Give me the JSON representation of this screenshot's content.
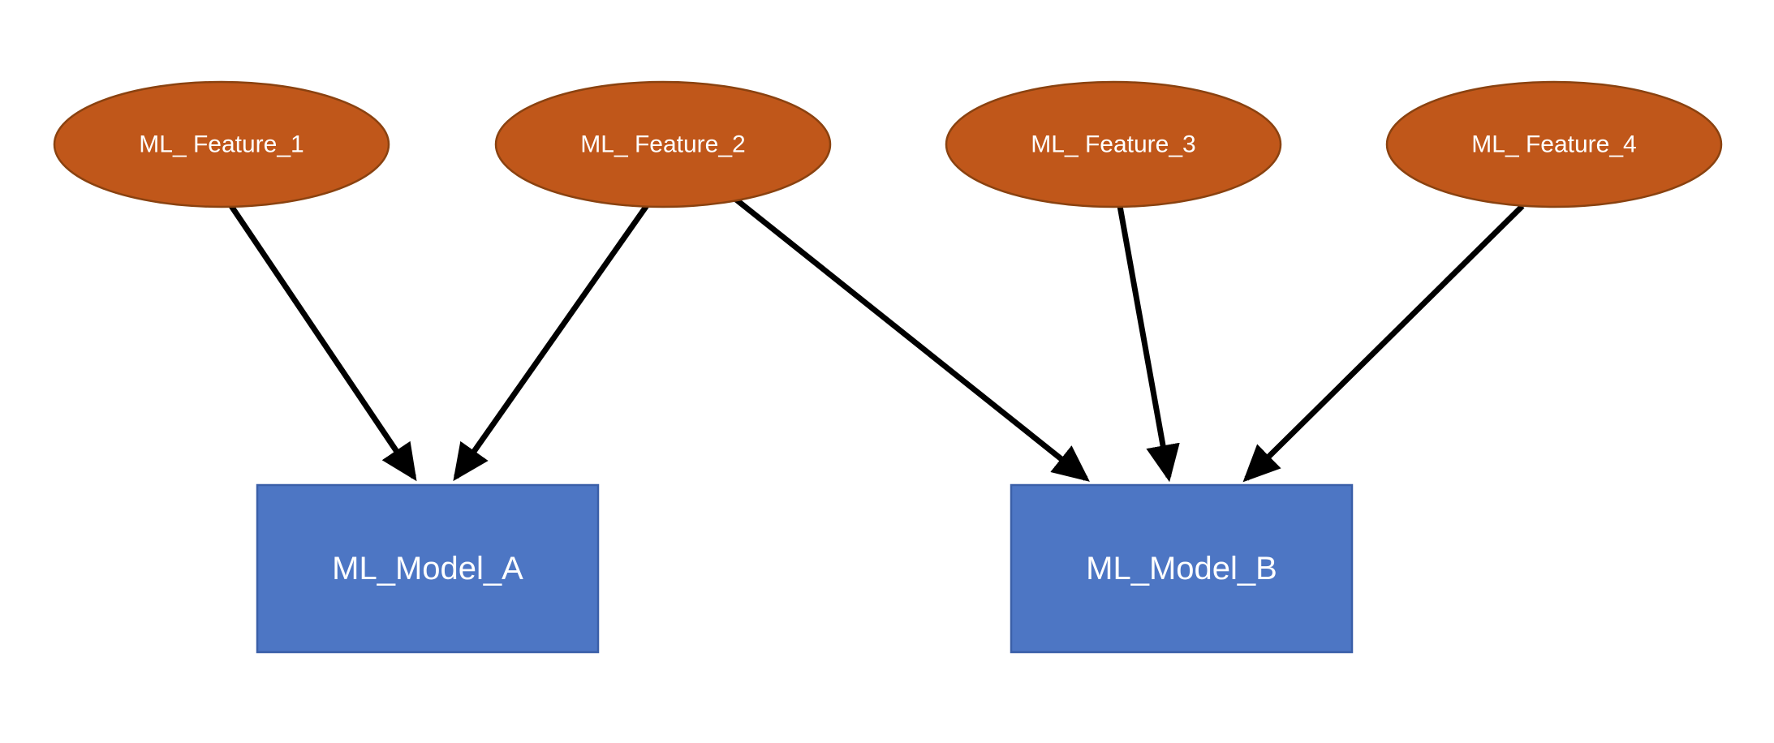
{
  "diagram": {
    "type": "graph",
    "nodes": [
      {
        "id": "feature1",
        "label": "ML_ Feature_1",
        "shape": "ellipse"
      },
      {
        "id": "feature2",
        "label": "ML_ Feature_2",
        "shape": "ellipse"
      },
      {
        "id": "feature3",
        "label": "ML_ Feature_3",
        "shape": "ellipse"
      },
      {
        "id": "feature4",
        "label": "ML_ Feature_4",
        "shape": "ellipse"
      },
      {
        "id": "modelA",
        "label": "ML_Model_A",
        "shape": "rect"
      },
      {
        "id": "modelB",
        "label": "ML_Model_B",
        "shape": "rect"
      }
    ],
    "edges": [
      {
        "from": "feature1",
        "to": "modelA"
      },
      {
        "from": "feature2",
        "to": "modelA"
      },
      {
        "from": "feature2",
        "to": "modelB"
      },
      {
        "from": "feature3",
        "to": "modelB"
      },
      {
        "from": "feature4",
        "to": "modelB"
      }
    ],
    "colors": {
      "feature_fill": "#C0571A",
      "feature_stroke": "#8A4210",
      "model_fill": "#4D76C4",
      "model_stroke": "#3A5FA8",
      "edge": "#000000",
      "text": "#FFFFFF",
      "background": "#FFFFFF"
    }
  }
}
